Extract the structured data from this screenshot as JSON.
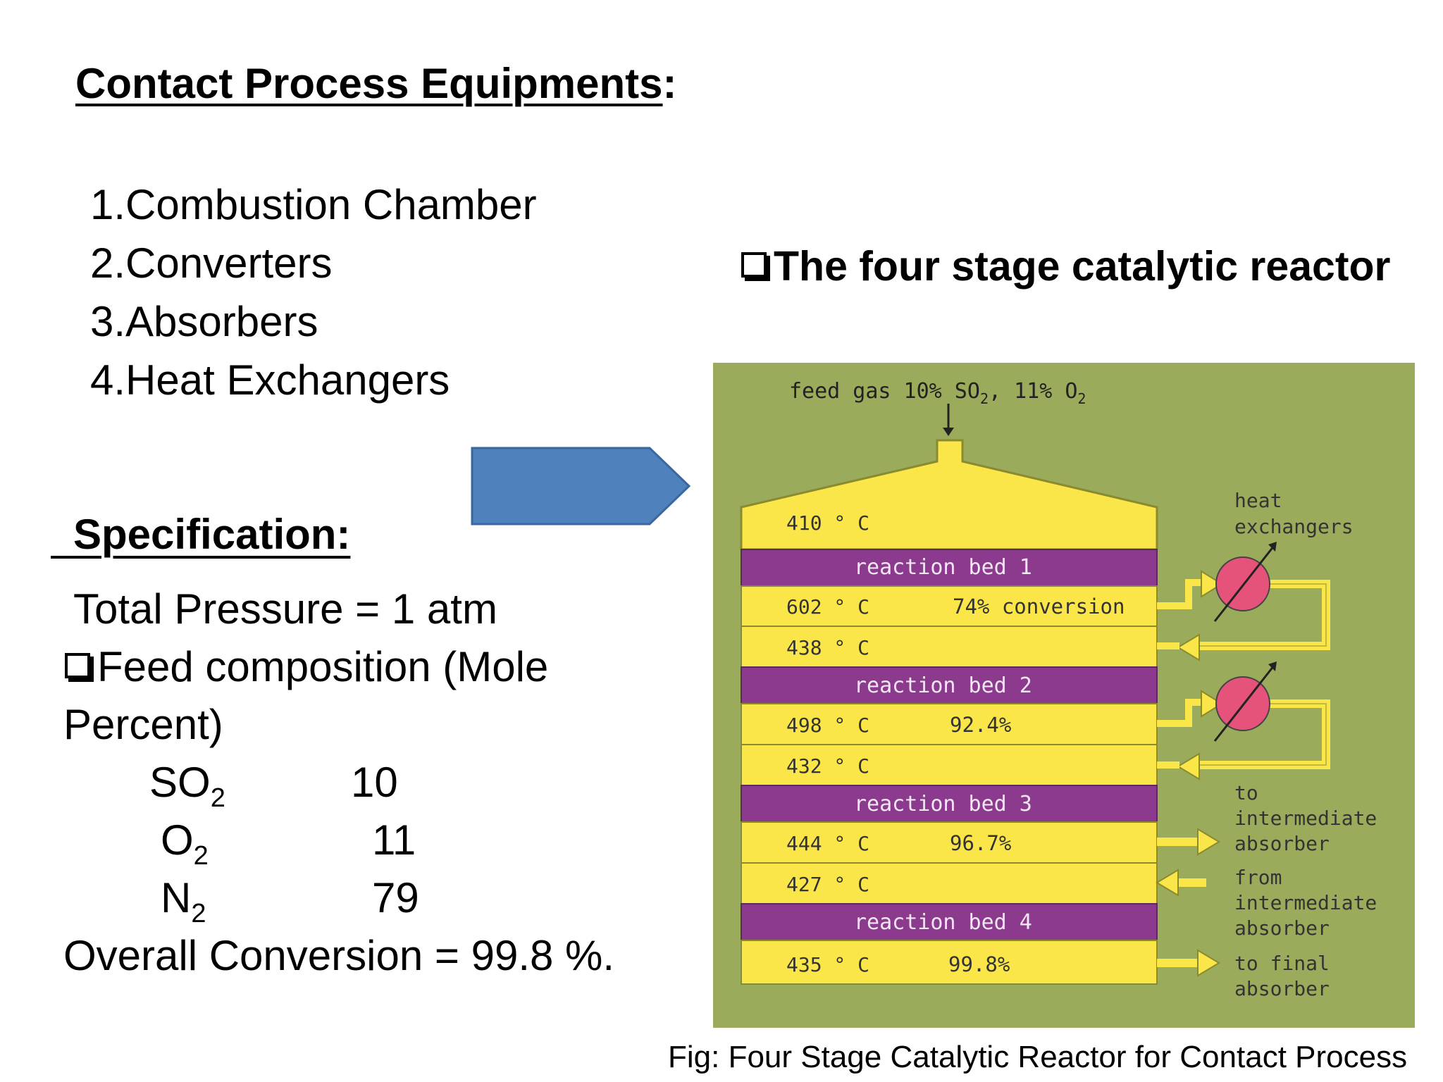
{
  "heading": {
    "text": "Contact Process Equipments",
    "colon": ":"
  },
  "equipment": [
    "1.Combustion Chamber",
    "2.Converters",
    "3.Absorbers",
    "4.Heat Exchangers"
  ],
  "reactor_heading": "The four stage catalytic reactor",
  "specification": {
    "title": "Specification:",
    "total_pressure": "Total Pressure = 1 atm",
    "feed_line1": "Feed composition (Mole",
    "feed_line2": "Percent)",
    "components": [
      {
        "base": "SO",
        "sub": "2",
        "value": "10"
      },
      {
        "base": "O",
        "sub": "2",
        "value": "11"
      },
      {
        "base": "N",
        "sub": "2",
        "value": "79"
      }
    ],
    "overall": "Overall Conversion = 99.8 %."
  },
  "diagram": {
    "feed": {
      "prefix": "feed gas 10% SO",
      "mid": ", 11% O",
      "sub": "2"
    },
    "heat_exchangers_line1": "heat",
    "heat_exchangers_line2": "exchangers",
    "temps": [
      "410 ° C",
      "602 ° C",
      "438 ° C",
      "498 ° C",
      "432 ° C",
      "444 ° C",
      "427 ° C",
      "435 ° C"
    ],
    "beds": [
      "reaction bed 1",
      "reaction bed 2",
      "reaction bed 3",
      "reaction bed 4"
    ],
    "conversions": [
      "74% conversion",
      "92.4%",
      "96.7%",
      "99.8%"
    ],
    "to_intermediate": [
      "to",
      "intermediate",
      "absorber"
    ],
    "from_intermediate": [
      "from",
      "intermediate",
      "absorber"
    ],
    "to_final": [
      "to final",
      "absorber"
    ],
    "colors": {
      "background": "#9aab5b",
      "gas": "#fbe64a",
      "bed": "#8b3a8d",
      "exchanger": "#e5527a",
      "arrow": "#4f81bd"
    }
  },
  "caption": "Fig: Four Stage Catalytic Reactor for Contact Process"
}
